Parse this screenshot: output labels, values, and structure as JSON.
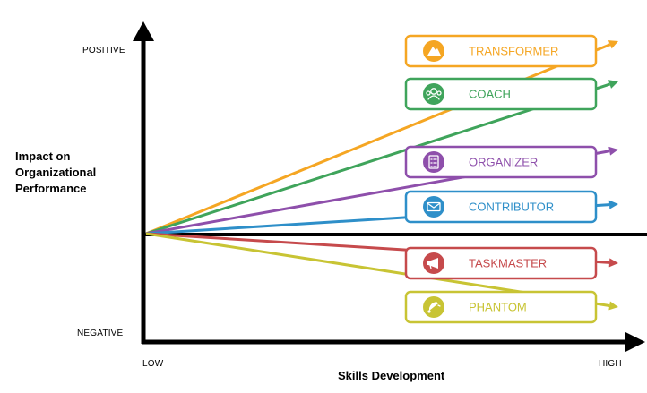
{
  "axes": {
    "y_top": "POSITIVE",
    "y_bottom": "NEGATIVE",
    "y_title": [
      "Impact on",
      "Organizational",
      "Performance"
    ],
    "x_left": "LOW",
    "x_right": "HIGH",
    "x_title": "Skills Development"
  },
  "colors": {
    "axis": "#000000"
  },
  "roles": [
    {
      "label": "TRANSFORMER",
      "color": "#f5a623",
      "icon": "mountain-icon"
    },
    {
      "label": "COACH",
      "color": "#3fa45b",
      "icon": "group-icon"
    },
    {
      "label": "ORGANIZER",
      "color": "#8e4fab",
      "icon": "checklist-icon"
    },
    {
      "label": "CONTRIBUTOR",
      "color": "#2e8fc9",
      "icon": "mail-icon"
    },
    {
      "label": "TASKMASTER",
      "color": "#c64a4c",
      "icon": "megaphone-icon"
    },
    {
      "label": "PHANTOM",
      "color": "#c8c434",
      "icon": "bell-icon"
    }
  ]
}
